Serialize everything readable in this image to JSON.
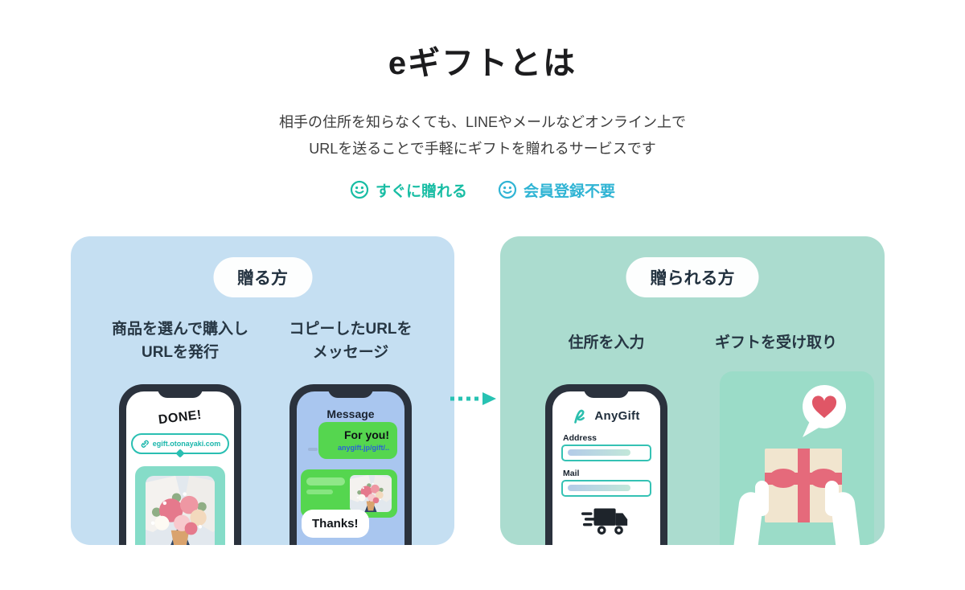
{
  "header": {
    "title": "eギフトとは",
    "subtitle_line1": "相手の住所を知らなくても、LINEやメールなどオンライン上で",
    "subtitle_line2": "URLを送ることで手軽にギフトを贈れるサービスです"
  },
  "features": [
    {
      "label": "すぐに贈れる",
      "color": "#18bda4"
    },
    {
      "label": "会員登録不要",
      "color": "#30b4d4"
    }
  ],
  "sender_card": {
    "badge": "贈る方",
    "step1_line1": "商品を選んで購入し",
    "step1_line2": "URLを発行",
    "step2_line1": "コピーしたURLを",
    "step2_line2": "メッセージ",
    "done_text": "DONE!",
    "link_url": "egift.otonayaki.com",
    "message_header": "Message",
    "bubble_title": "For you!",
    "bubble_link": "anygift.jp/gift/..",
    "reply_text": "Thanks!"
  },
  "receiver_card": {
    "badge": "贈られる方",
    "step1_label": "住所を入力",
    "step2_label": "ギフトを受け取り",
    "app_name": "AnyGift",
    "address_label": "Address",
    "mail_label": "Mail"
  },
  "colors": {
    "sender_card_bg": "#c5dff2",
    "receiver_card_bg": "#abdccf",
    "accent_teal": "#2abfb2",
    "bubble_green": "#55d64f",
    "ribbon_pink": "#e56a7b",
    "link_blue": "#2c5fd8"
  }
}
